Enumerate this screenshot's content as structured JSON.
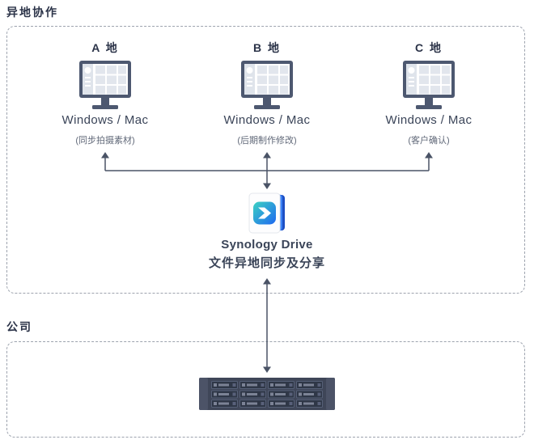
{
  "remote_section": {
    "title": "异地协作",
    "sites": [
      {
        "name": "A 地",
        "device": "Windows / Mac",
        "note": "(同步拍摄素材)"
      },
      {
        "name": "B 地",
        "device": "Windows / Mac",
        "note": "(后期制作修改)"
      },
      {
        "name": "C 地",
        "device": "Windows / Mac",
        "note": "(客户确认)"
      }
    ],
    "drive": {
      "name": "Synology Drive",
      "description": "文件异地同步及分享"
    }
  },
  "company_section": {
    "title": "公司"
  },
  "icons": {
    "site_device": "monitor-icon",
    "drive_app": "synology-drive-icon",
    "company_device": "nas-icon"
  },
  "colors": {
    "heading_text": "#2B3348",
    "body_text": "#3A4458",
    "muted_text": "#606878",
    "connector_line": "#4A5366",
    "dashed_border": "#9DA3AE",
    "icon_slate": "#4D5870",
    "icon_light_fill": "#E2E6ED",
    "drive_teal": "#3CD2C2",
    "drive_blue": "#1E68F0",
    "nas_body": "#3F4658"
  }
}
